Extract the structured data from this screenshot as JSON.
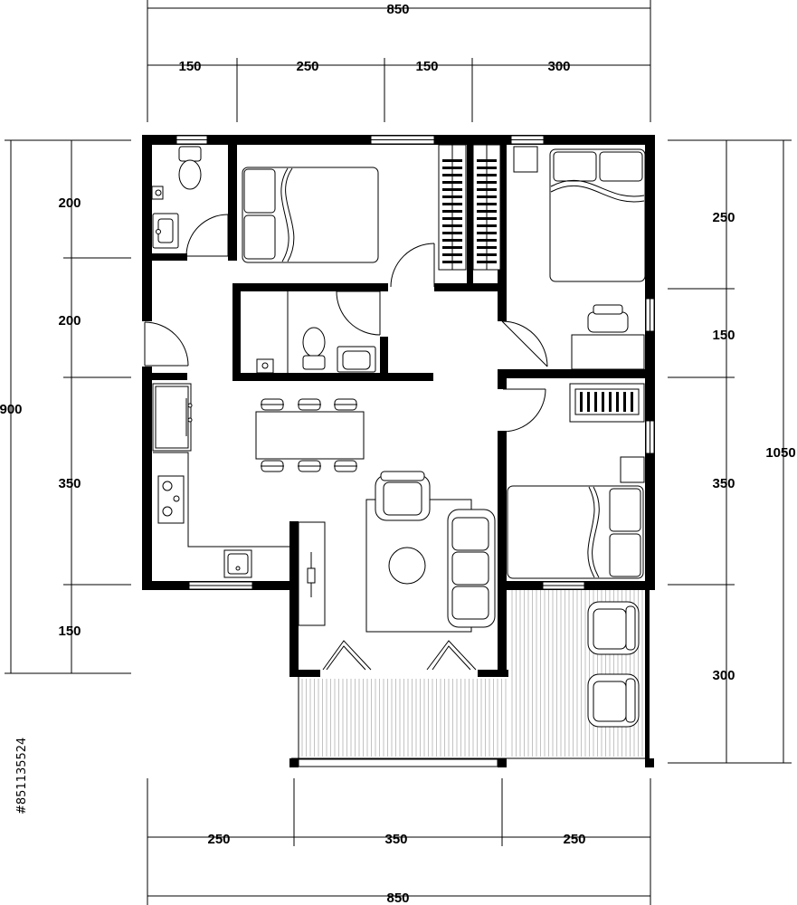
{
  "dimensions": {
    "top_total": "850",
    "top_segments": [
      "150",
      "250",
      "150",
      "300"
    ],
    "left_total": "900",
    "left_segments": [
      "200",
      "200",
      "350",
      "150"
    ],
    "right_total": "1050",
    "right_segments": [
      "250",
      "150",
      "350",
      "300"
    ],
    "bottom_segments": [
      "250",
      "350",
      "250"
    ],
    "bottom_total": "850"
  },
  "watermark": {
    "stock_id": "#851135524"
  }
}
